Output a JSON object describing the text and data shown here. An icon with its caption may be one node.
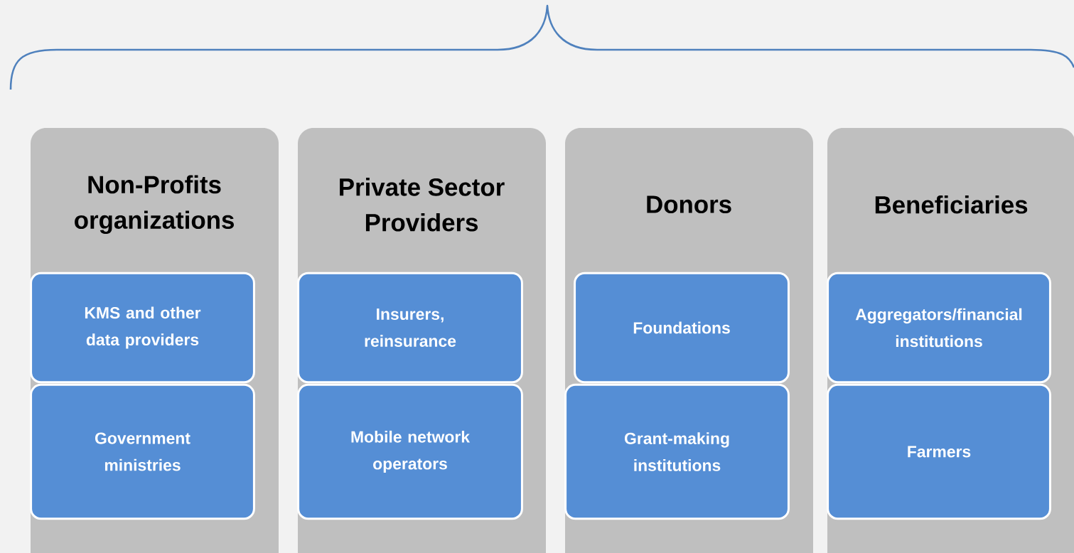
{
  "diagram": {
    "nodes": [
      {
        "text": [
          "Non-Profits organizations"
        ]
      },
      {
        "text": [
          "KMS and other data providers"
        ],
        "in": 0
      },
      {
        "text": [
          "Government ministries"
        ],
        "in": 0
      },
      {
        "text": [
          "Private Sector Providers"
        ]
      },
      {
        "text": [
          "Insurers, reinsurance"
        ],
        "in": 3
      },
      {
        "text": [
          "Mobile network operators"
        ],
        "in": 3
      },
      {
        "text": [
          "Donors"
        ]
      },
      {
        "text": [
          "Foundations"
        ],
        "in": 6
      },
      {
        "text": [
          "Grant-making institutions"
        ],
        "in": 6
      },
      {
        "text": [
          "Beneficiaries"
        ]
      },
      {
        "text": [
          "Aggregators/financial institutions"
        ],
        "in": 9
      },
      {
        "text": [
          "Farmers"
        ],
        "in": 9
      }
    ],
    "edges": []
  }
}
